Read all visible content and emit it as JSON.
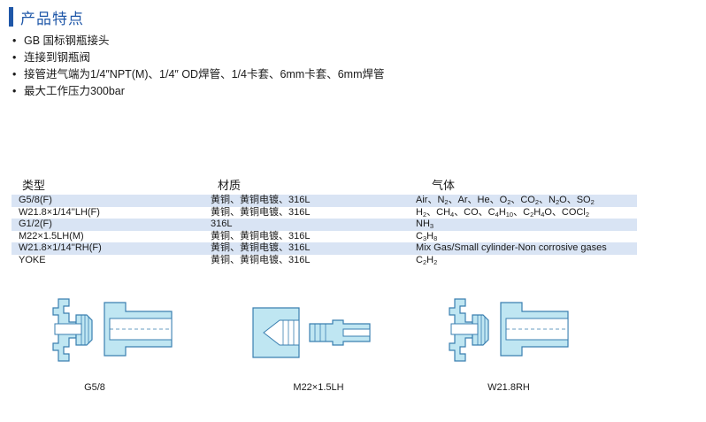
{
  "section": {
    "title": "产品特点"
  },
  "features": [
    "GB 国标钢瓶接头",
    "连接到钢瓶阀",
    "接管进气端为1/4″NPT(M)、1/4″ OD焊管、1/4卡套、6mm卡套、6mm焊管",
    "最大工作压力300bar"
  ],
  "table": {
    "headers": [
      "类型",
      "材质",
      "气体"
    ],
    "rows": [
      {
        "type": "G5/8(F)",
        "material": "黄铜、黄铜电镀、316L",
        "gas": [
          [
            "Air、N",
            ""
          ],
          [
            "2",
            true
          ],
          [
            "、Ar、He、O",
            ""
          ],
          [
            "2",
            true
          ],
          [
            "、CO",
            ""
          ],
          [
            "2",
            true
          ],
          [
            "、N",
            ""
          ],
          [
            "2",
            true
          ],
          [
            "O、SO",
            ""
          ],
          [
            "2",
            true
          ]
        ]
      },
      {
        "type": "W21.8×1/14''LH(F)",
        "material": "黄铜、黄铜电镀、316L",
        "gas": [
          [
            "H",
            ""
          ],
          [
            "2",
            true
          ],
          [
            "、CH",
            ""
          ],
          [
            "4",
            true
          ],
          [
            "、CO、C",
            ""
          ],
          [
            "4",
            true
          ],
          [
            "H",
            ""
          ],
          [
            "10",
            true
          ],
          [
            "、C",
            ""
          ],
          [
            "2",
            true
          ],
          [
            "H",
            ""
          ],
          [
            "4",
            true
          ],
          [
            "O、COCl",
            ""
          ],
          [
            "2",
            true
          ]
        ]
      },
      {
        "type": "G1/2(F)",
        "material": "316L",
        "gas": [
          [
            "NH",
            ""
          ],
          [
            "3",
            true
          ]
        ]
      },
      {
        "type": "M22×1.5LH(M)",
        "material": "黄铜、黄铜电镀、316L",
        "gas": [
          [
            "C",
            ""
          ],
          [
            "3",
            true
          ],
          [
            "H",
            ""
          ],
          [
            "8",
            true
          ]
        ]
      },
      {
        "type": "W21.8×1/14''RH(F)",
        "material": "黄铜、黄铜电镀、316L",
        "gas": [
          [
            "Mix Gas/Small cylinder-Non corrosive gases",
            ""
          ]
        ]
      },
      {
        "type": "YOKE",
        "material": "黄铜、黄铜电镀、316L",
        "gas": [
          [
            "C",
            ""
          ],
          [
            "2",
            true
          ],
          [
            "H",
            ""
          ],
          [
            "2",
            true
          ]
        ]
      }
    ]
  },
  "figures": [
    {
      "caption": "G5/8"
    },
    {
      "caption": "M22×1.5LH"
    },
    {
      "caption": "W21.8RH"
    }
  ],
  "colors": {
    "accent": "#1f57a8",
    "row_alt": "#d9e4f4",
    "fitting_fill": "#bfe6f2",
    "fitting_stroke": "#3a7fb0"
  }
}
